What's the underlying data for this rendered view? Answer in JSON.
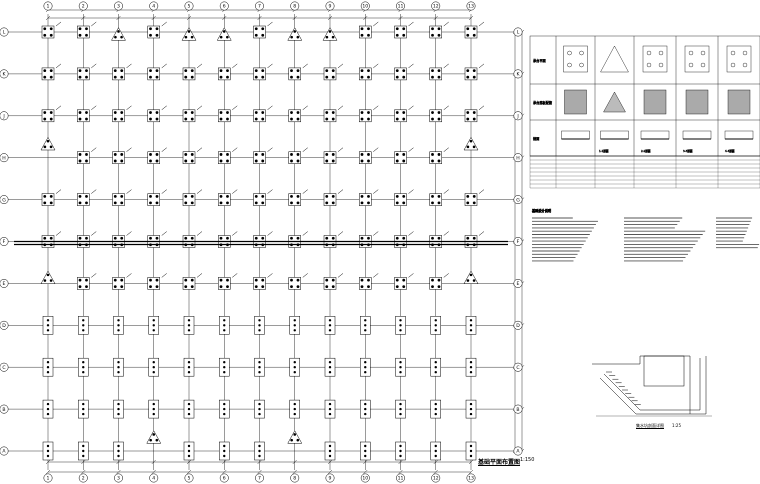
{
  "drawing": {
    "plan_title": "基础平面布置图",
    "plan_scale": "1:150",
    "section_title": "集水坑剖面详图",
    "section_scale": "1:25"
  },
  "axes": {
    "columns": [
      "1",
      "2",
      "3",
      "4",
      "5",
      "6",
      "7",
      "8",
      "9",
      "10",
      "11",
      "12",
      "13"
    ],
    "rows": [
      "A",
      "B",
      "C",
      "D",
      "E",
      "F",
      "G",
      "H",
      "J",
      "K",
      "L"
    ]
  },
  "cap_table": {
    "row_labels": [
      "承台平面",
      "承台底板配筋",
      "剖面"
    ],
    "section_captions": [
      "1-1剖面",
      "2-2剖面",
      "3-3剖面",
      "4-4剖面"
    ]
  },
  "notes_title": "基础设计说明"
}
